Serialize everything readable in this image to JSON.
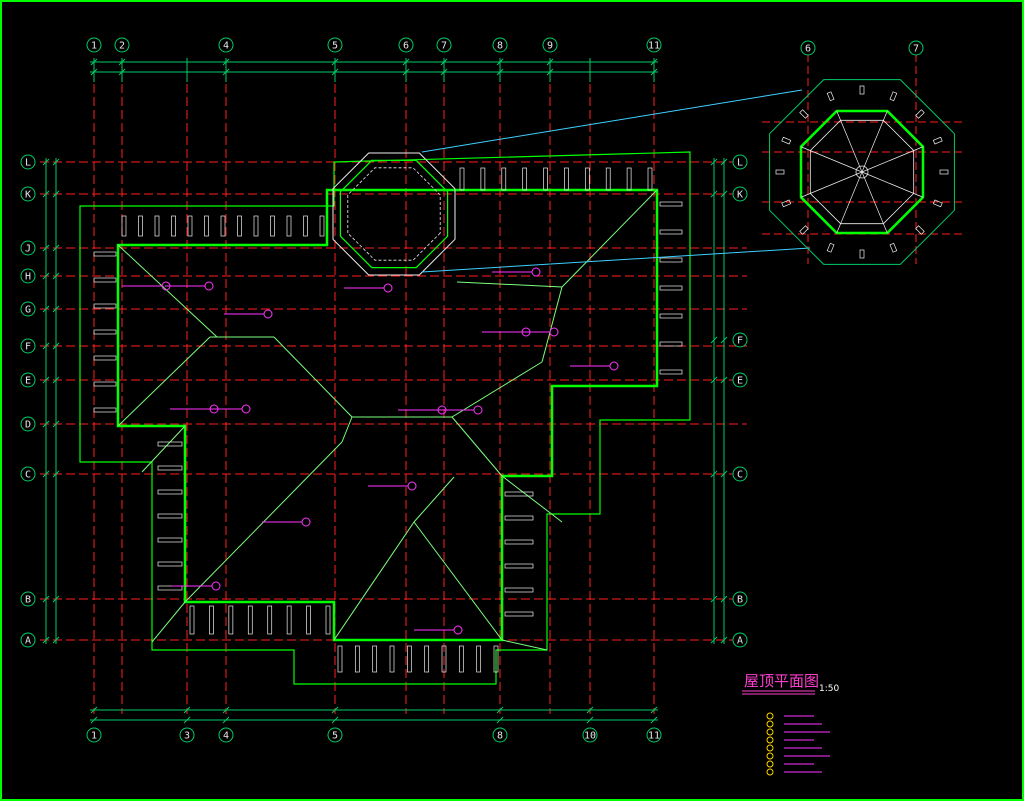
{
  "drawing": {
    "title": "屋顶平面图",
    "scale": "1:50"
  },
  "axes_top": [
    "1",
    "2",
    "4",
    "5",
    "6",
    "7",
    "8",
    "9",
    "11"
  ],
  "axes_bottom": [
    "1",
    "3",
    "4",
    "5",
    "8",
    "10",
    "11"
  ],
  "axes_left": [
    "L",
    "K",
    "J",
    "H",
    "G",
    "F",
    "E",
    "D",
    "C",
    "B",
    "A"
  ],
  "axes_right": [
    "L",
    "K",
    "F",
    "E",
    "C",
    "B",
    "A"
  ],
  "detail_axes": [
    "6",
    "7"
  ],
  "colors": {
    "frame": "#00ff00",
    "grid": "#ff2020",
    "outline": "#00ff00",
    "dimension": "#00cc66",
    "roof_line": "#7cff7c",
    "annotation": "#ff33ff",
    "leader": "#40d0ff",
    "text": "#e8e8e8"
  }
}
